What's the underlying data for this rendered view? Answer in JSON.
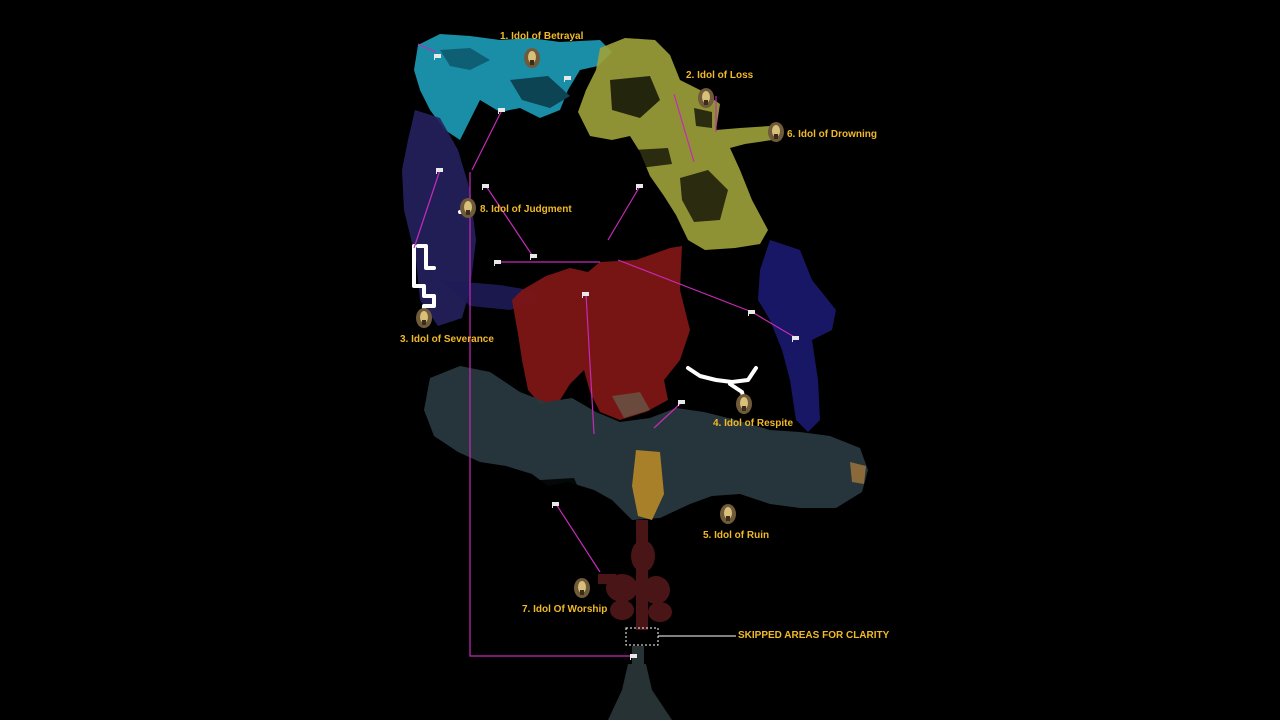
{
  "map": {
    "background_color": "#000000",
    "label_color": "#f0b928",
    "path_line_color": "#c62ab8",
    "region_colors": {
      "top_left_zone": "#1ea6c4",
      "top_right_zone": "#9ea23a",
      "left_corridor": "#25215e",
      "right_corridor": "#1b1a70",
      "central_zone": "#7d1515",
      "lower_cave": "#28383e",
      "bottom_chambers": "#4a1516",
      "entrance": "#263234"
    },
    "idols": [
      {
        "label": "1. Idol of Betrayal",
        "icon": "idol-icon"
      },
      {
        "label": "2. Idol of Loss",
        "icon": "idol-icon"
      },
      {
        "label": "3. Idol of Severance",
        "icon": "idol-icon"
      },
      {
        "label": "4. Idol of Respite",
        "icon": "idol-icon"
      },
      {
        "label": "5. Idol of Ruin",
        "icon": "idol-icon"
      },
      {
        "label": "6. Idol of Drowning",
        "icon": "idol-icon"
      },
      {
        "label": "7. Idol Of Worship",
        "icon": "idol-icon"
      },
      {
        "label": "8. Idol of Judgment",
        "icon": "idol-icon"
      }
    ],
    "waypoint_icon": "waypoint-flag-icon",
    "legend": {
      "label": "SKIPPED AREAS FOR CLARITY"
    }
  }
}
